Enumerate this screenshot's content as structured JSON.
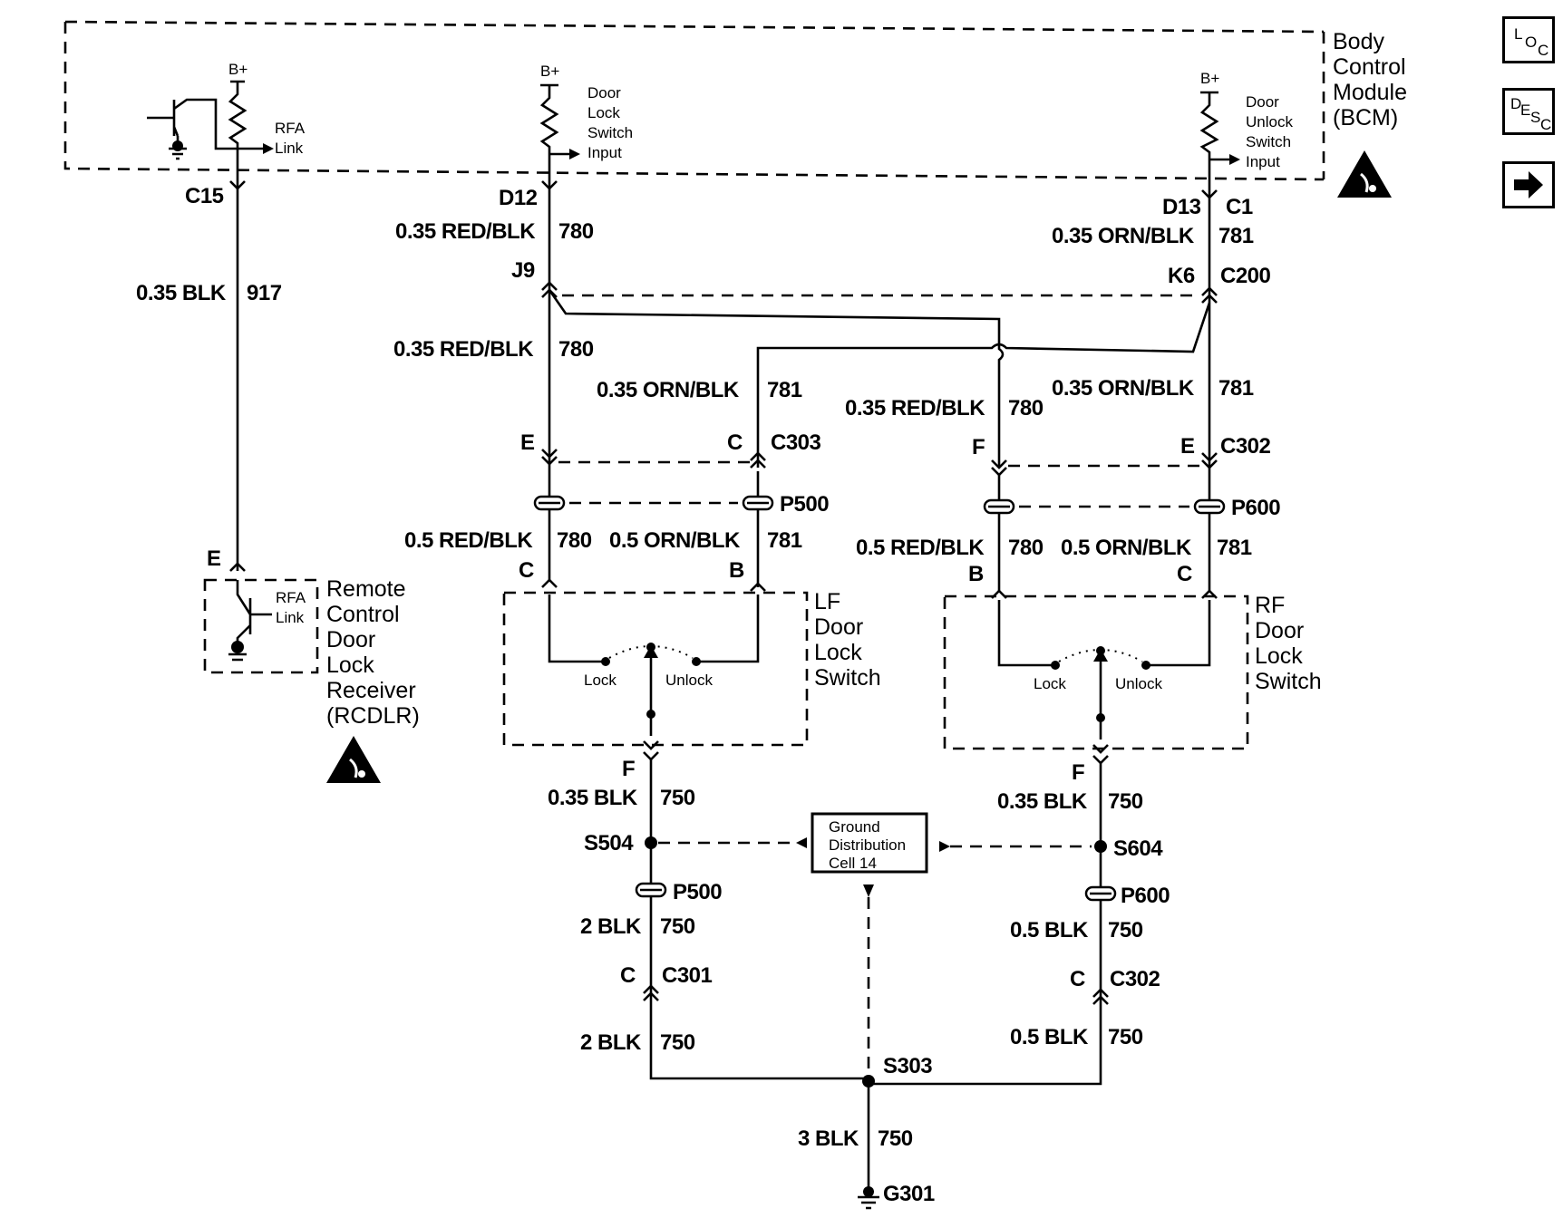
{
  "modules": {
    "bcm": {
      "lines": [
        "Body",
        "Control",
        "Module",
        "(BCM)"
      ]
    },
    "rcdlr": {
      "lines": [
        "Remote",
        "Control",
        "Door",
        "Lock",
        "Receiver",
        "(RCDLR)"
      ]
    },
    "lf_switch": {
      "lines": [
        "LF",
        "Door",
        "Lock",
        "Switch"
      ]
    },
    "rf_switch": {
      "lines": [
        "RF",
        "Door",
        "Lock",
        "Switch"
      ]
    },
    "ground_cell": {
      "lines": [
        "Ground",
        "Distribution",
        "Cell 14"
      ]
    }
  },
  "bcm_inputs": {
    "power": "B+",
    "rfa": [
      "RFA",
      "Link"
    ],
    "lock": [
      "Door",
      "Lock",
      "Switch",
      "Input"
    ],
    "unlock": [
      "Door",
      "Unlock",
      "Switch",
      "Input"
    ]
  },
  "rcdlr_inner": [
    "RFA",
    "Link"
  ],
  "switch_positions": {
    "lock": "Lock",
    "unlock": "Unlock"
  },
  "pins": {
    "c15": "C15",
    "d12": "D12",
    "d13": "D13",
    "c1": "C1",
    "j9": "J9",
    "k6": "K6",
    "c200": "C200",
    "e_rcdlr": "E",
    "e_lf": "E",
    "c_lf": "C",
    "c303": "C303",
    "f_rf": "F",
    "e_rf": "E",
    "c302_top": "C302",
    "p500_top": "P500",
    "p600_top": "P600",
    "c_lfsw": "C",
    "b_lfsw": "B",
    "b_rfsw": "B",
    "c_rfsw": "C",
    "f_lfsw": "F",
    "f_rfsw": "F",
    "s504": "S504",
    "s604": "S604",
    "p500_bot": "P500",
    "p600_bot": "P600",
    "c_c301": "C",
    "c301": "C301",
    "c_c302": "C",
    "c302_bot": "C302",
    "s303": "S303",
    "g301": "G301"
  },
  "wires": {
    "blk917": {
      "gauge": "0.35 BLK",
      "circuit": "917"
    },
    "redblk_top": {
      "gauge": "0.35 RED/BLK",
      "circuit": "780"
    },
    "redblk_mid": {
      "gauge": "0.35 RED/BLK",
      "circuit": "780"
    },
    "ornblk_top": {
      "gauge": "0.35 ORN/BLK",
      "circuit": "781"
    },
    "ornblk_left": {
      "gauge": "0.35 ORN/BLK",
      "circuit": "781"
    },
    "redblk_right": {
      "gauge": "0.35 RED/BLK",
      "circuit": "780"
    },
    "ornblk_right": {
      "gauge": "0.35 ORN/BLK",
      "circuit": "781"
    },
    "lf_red": {
      "gauge": "0.5 RED/BLK",
      "circuit": "780"
    },
    "lf_orn": {
      "gauge": "0.5 ORN/BLK",
      "circuit": "781"
    },
    "rf_red": {
      "gauge": "0.5 RED/BLK",
      "circuit": "780"
    },
    "rf_orn": {
      "gauge": "0.5 ORN/BLK",
      "circuit": "781"
    },
    "lf_gnd1": {
      "gauge": "0.35 BLK",
      "circuit": "750"
    },
    "rf_gnd1": {
      "gauge": "0.35 BLK",
      "circuit": "750"
    },
    "lf_gnd2": {
      "gauge": "2 BLK",
      "circuit": "750"
    },
    "lf_gnd3": {
      "gauge": "2 BLK",
      "circuit": "750"
    },
    "rf_gnd2": {
      "gauge": "0.5 BLK",
      "circuit": "750"
    },
    "rf_gnd3": {
      "gauge": "0.5 BLK",
      "circuit": "750"
    },
    "main_gnd": {
      "gauge": "3 BLK",
      "circuit": "750"
    }
  },
  "nav": {
    "loc": {
      "l1": "L",
      "l2": "O",
      "l3": "C"
    },
    "desc": {
      "l1": "D",
      "l2": "E",
      "l3": "S",
      "l4": "C"
    },
    "next_icon": "right-arrow-icon"
  }
}
